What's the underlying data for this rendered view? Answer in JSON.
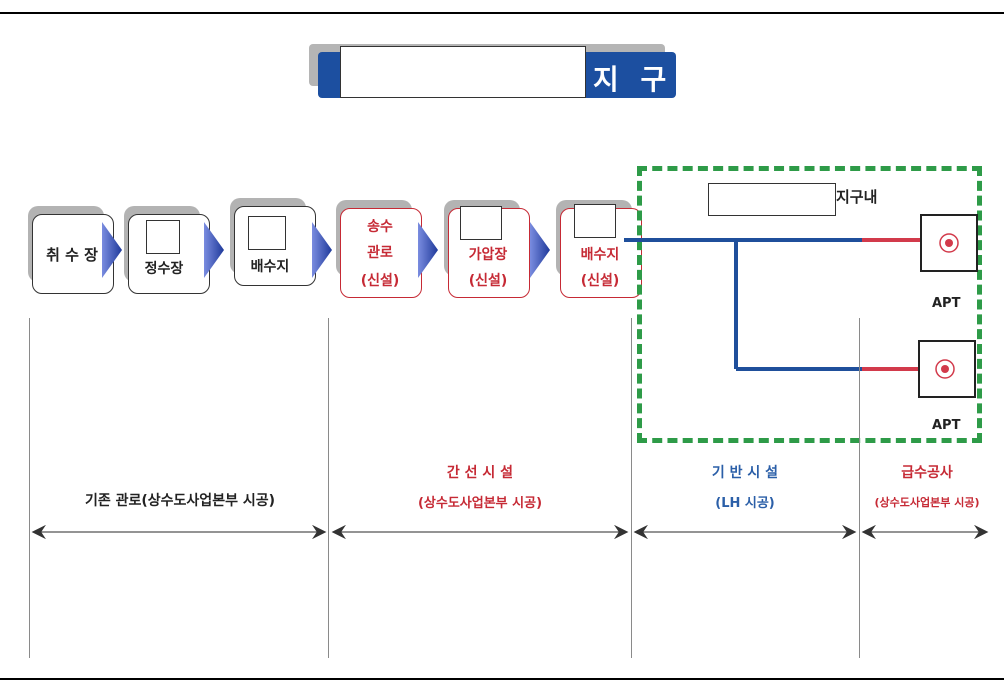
{
  "title": {
    "suffix": "지 구"
  },
  "flow_nodes": [
    {
      "label": "취 수 장",
      "label2": "",
      "label3": "",
      "color": "dark"
    },
    {
      "label": "정수장",
      "label2": "",
      "label3": "",
      "color": "dark"
    },
    {
      "label": "배수지",
      "label2": "",
      "label3": "",
      "color": "dark"
    },
    {
      "label": "송수",
      "label2": "관로",
      "label3": "(신설)",
      "color": "red"
    },
    {
      "label": "가압장",
      "label2": "(신설)",
      "label3": "",
      "color": "red"
    },
    {
      "label": "배수지",
      "label2": "(신설)",
      "label3": "",
      "color": "red"
    }
  ],
  "zone": {
    "label": "지구내"
  },
  "apartments": [
    {
      "label": "APT"
    },
    {
      "label": "APT"
    }
  ],
  "sections": [
    {
      "line1": "기존 관로(상수도사업본부 시공)",
      "line2": "",
      "color": "dark"
    },
    {
      "line1": "간 선 시 설",
      "line2": "(상수도사업본부 시공)",
      "color": "red"
    },
    {
      "line1": "기 반 시 설",
      "line2": "(LH 시공)",
      "color": "blue"
    },
    {
      "line1": "급수공사",
      "line2": "(상수도사업본부 시공)",
      "color": "red"
    }
  ],
  "colors": {
    "title_bar": "#1c4fa0",
    "pipe_blue": "#1f4f9b",
    "pipe_red": "#d23a4b",
    "zone_border": "#2e9b48",
    "flow_arrow": "#4a5fbf"
  }
}
